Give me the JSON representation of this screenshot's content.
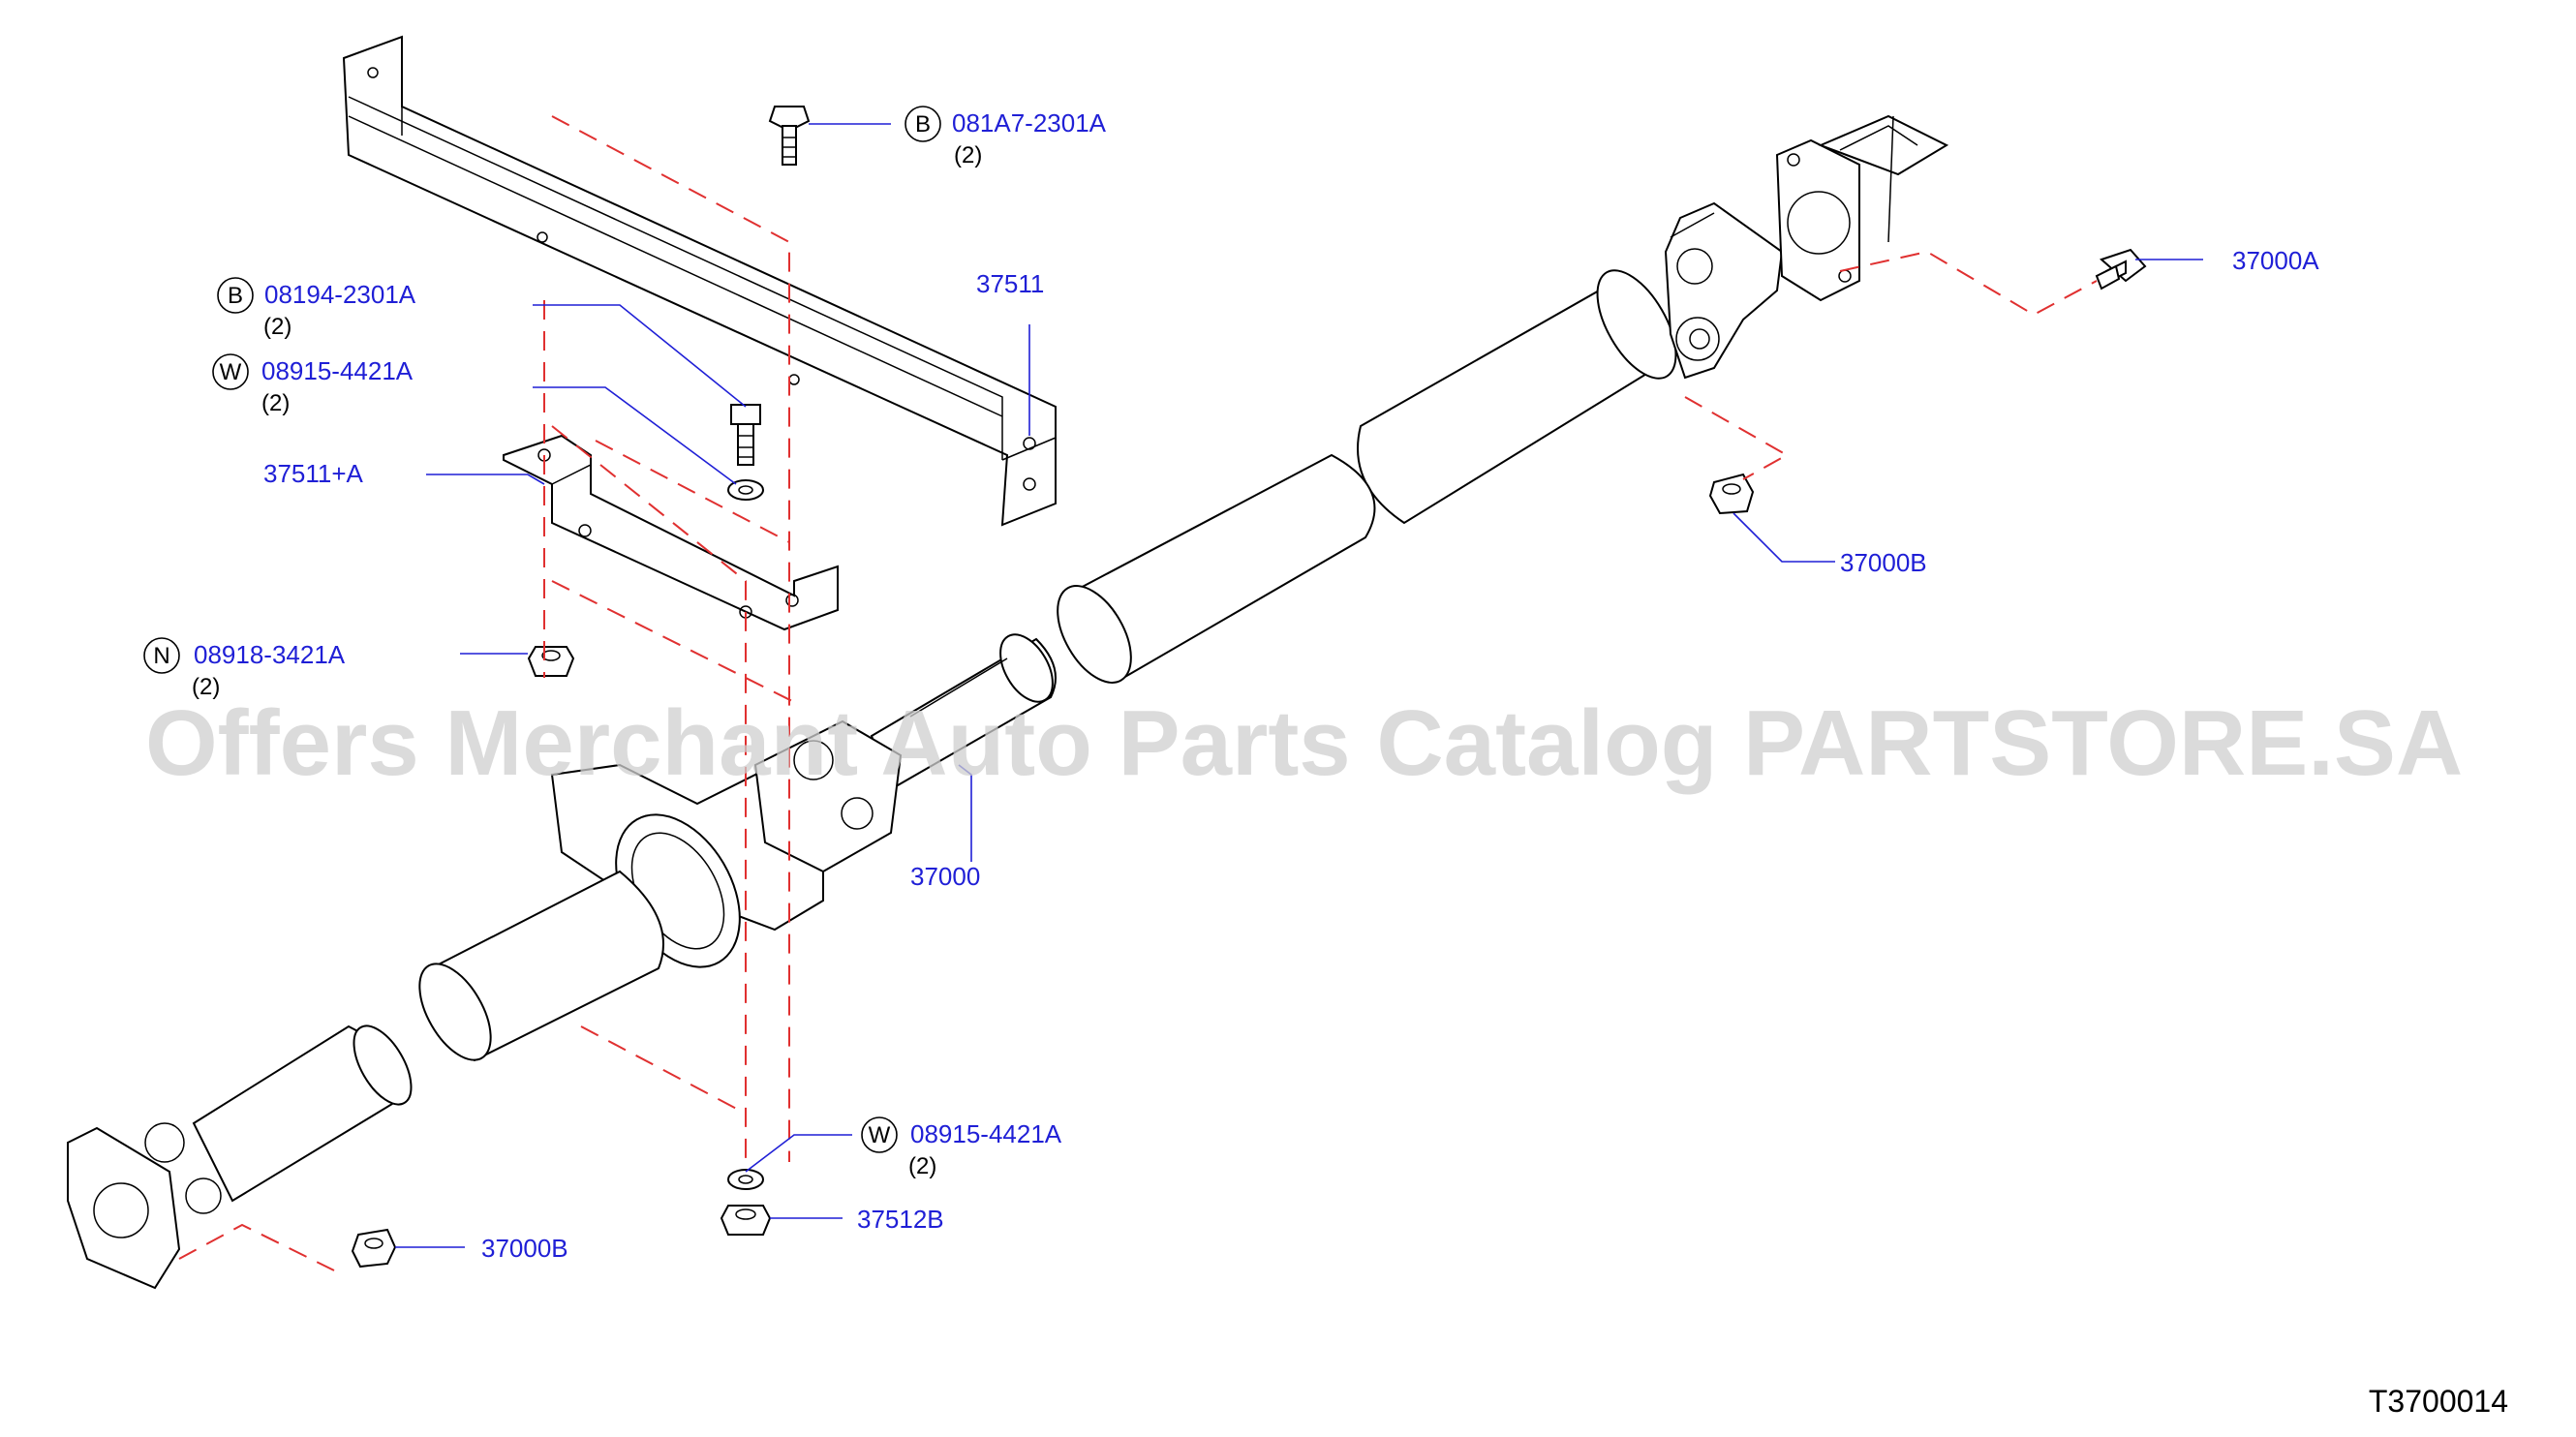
{
  "labels": {
    "l_081a7": "081A7-2301A",
    "l_081a7_qty": "(2)",
    "l_08194": "08194-2301A",
    "l_08194_qty": "(2)",
    "l_08915_top": "08915-4421A",
    "l_08915_top_qty": "(2)",
    "l_37511": "37511",
    "l_37511a": "37511+A",
    "l_08918": "08918-3421A",
    "l_08918_qty": "(2)",
    "l_37000": "37000",
    "l_37000a": "37000A",
    "l_37000b_right": "37000B",
    "l_37000b_left": "37000B",
    "l_08915_bottom": "08915-4421A",
    "l_08915_bottom_qty": "(2)",
    "l_37512b": "37512B"
  },
  "badges": {
    "b_081a7": "B",
    "b_08194": "B",
    "w_08915_top": "W",
    "n_08918": "N",
    "w_08915_bottom": "W"
  },
  "diagram_ref": "T3700014",
  "watermark": "Offers Merchant Auto Parts Catalog PARTSTORE.SA",
  "colors": {
    "label": "#1f1fd6",
    "dash": "#e03030",
    "line": "#000000",
    "watermark": "#cfcfcf"
  },
  "icons": [
    "bolt-icon",
    "washer-icon",
    "nut-icon"
  ]
}
